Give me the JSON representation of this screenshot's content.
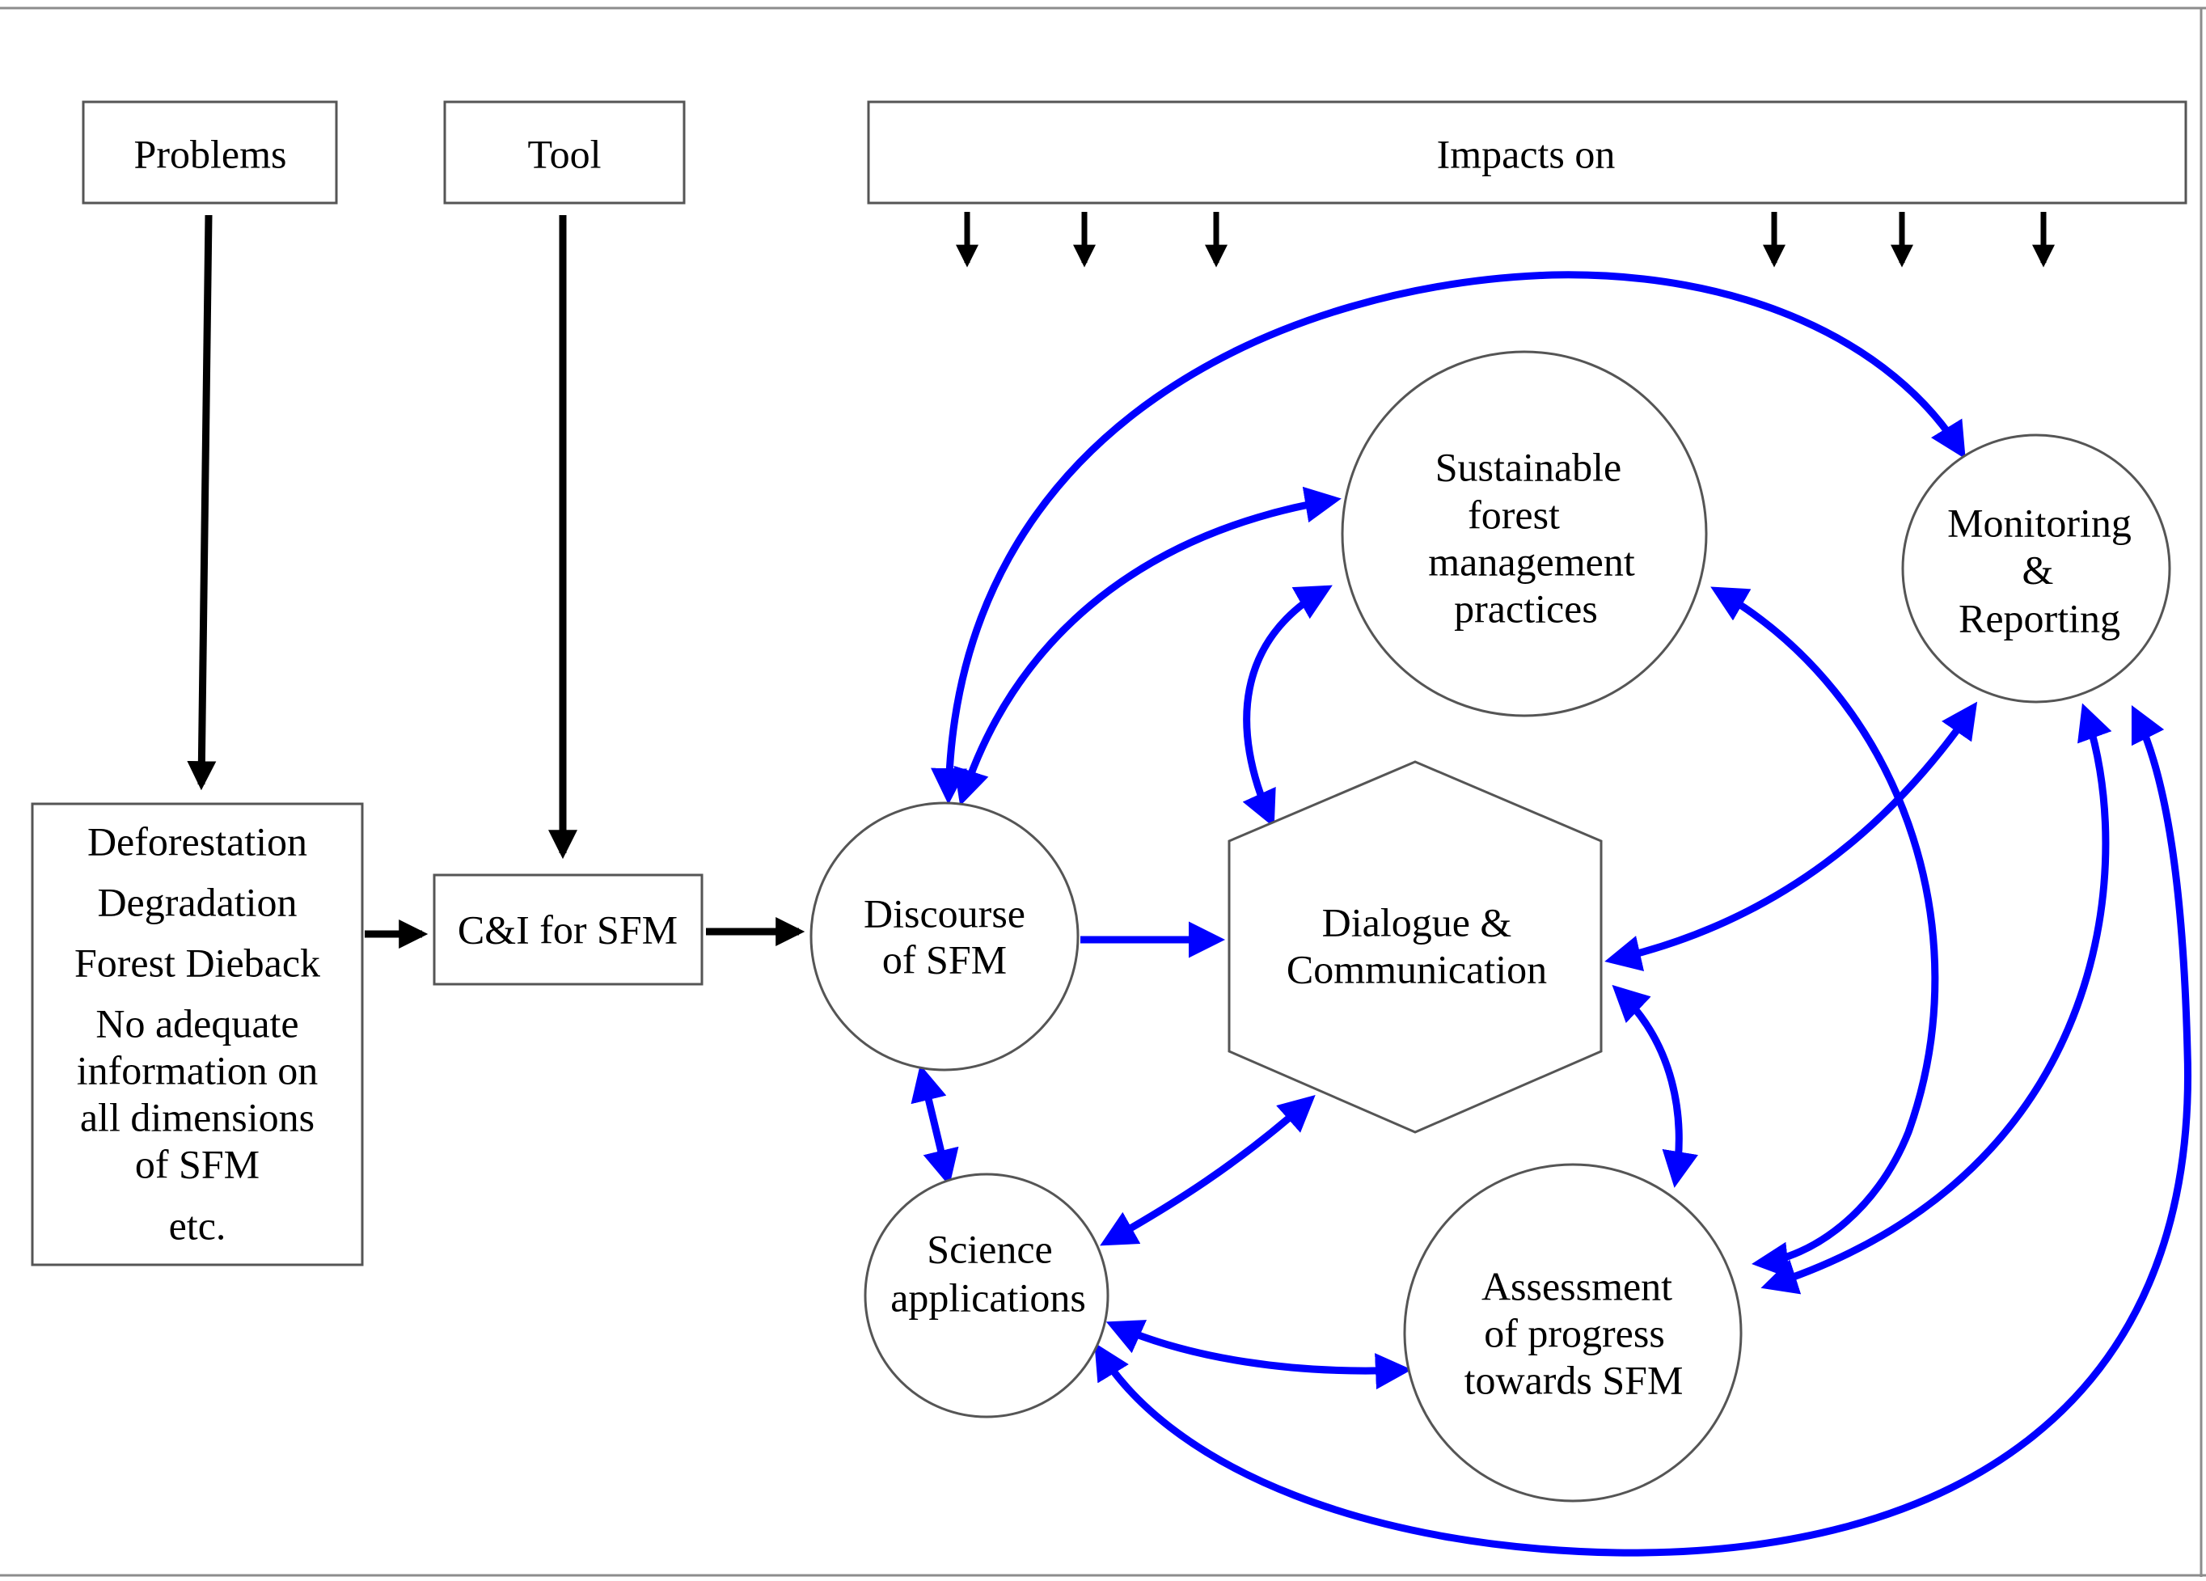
{
  "colors": {
    "frame": "#8c8c8c",
    "shape_stroke": "#555555",
    "black_arrow": "#000000",
    "blue_arrow": "#0000ff",
    "background": "#ffffff"
  },
  "headers": {
    "problems": "Problems",
    "tool": "Tool",
    "impacts": "Impacts on"
  },
  "problems_list": {
    "item1": "Deforestation",
    "item2": "Degradation",
    "item3": "Forest Dieback",
    "item4_line1": "No adequate",
    "item4_line2": "information on",
    "item4_line3": "all dimensions",
    "item4_line4": "of SFM",
    "item5": "etc."
  },
  "tool_box": {
    "label": "C&I for SFM"
  },
  "nodes": {
    "discourse": {
      "line1": "Discourse",
      "line2": "of SFM"
    },
    "sfm_practices": {
      "line1": "Sustainable",
      "line2": "forest",
      "line3": "management",
      "line4": "practices"
    },
    "monitoring": {
      "line1": "Monitoring",
      "line2": "&",
      "line3": "Reporting"
    },
    "dialogue": {
      "line1": "Dialogue &",
      "line2": "Communication"
    },
    "science": {
      "line1": "Science",
      "line2": "applications"
    },
    "assessment": {
      "line1": "Assessment",
      "line2": "of progress",
      "line3": "towards SFM"
    }
  }
}
